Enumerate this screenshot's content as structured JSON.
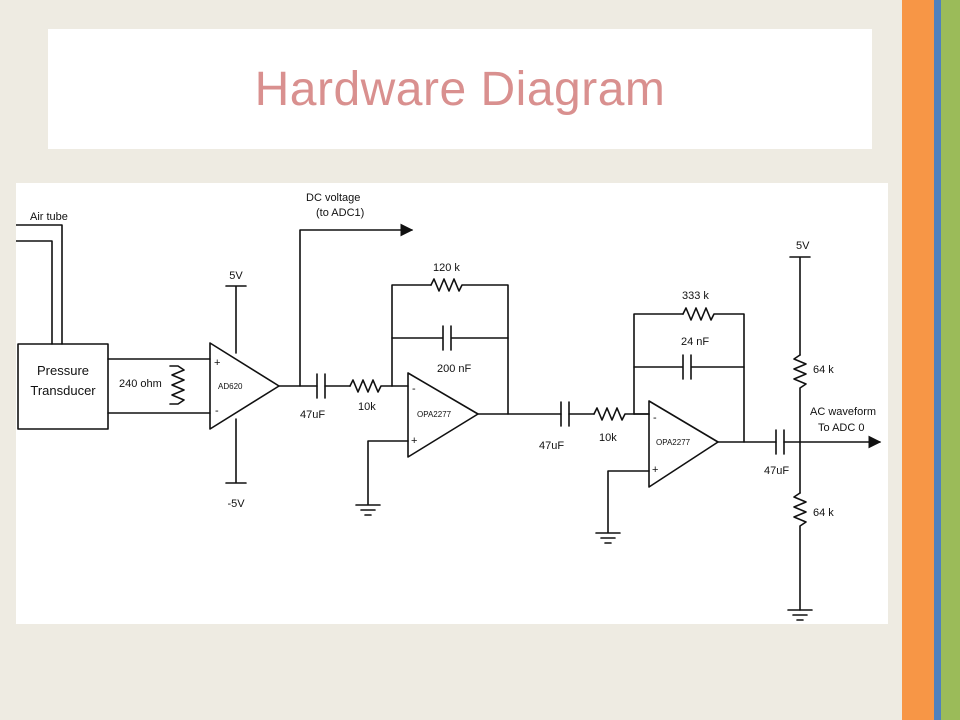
{
  "slide": {
    "title": "Hardware Diagram",
    "colors": {
      "title": "#d9908f",
      "background": "#eeebe2",
      "accent_orange": "#f79646",
      "accent_blue": "#4f81bd",
      "accent_green": "#9bbb59"
    }
  },
  "diagram": {
    "labels": {
      "air_tube": "Air tube",
      "dc_voltage_line1": "DC voltage",
      "dc_voltage_line2": "(to ADC1)",
      "transducer_line1": "Pressure",
      "transducer_line2": "Transducer",
      "r_gain": "240 ohm",
      "inamp": "AD620",
      "inamp_supply_pos": "5V",
      "inamp_supply_neg": "-5V",
      "c1": "47uF",
      "r1": "10k",
      "rf1": "120 k",
      "cf1": "200 nF",
      "opamp1": "OPA2277",
      "c2": "47uF",
      "r2": "10k",
      "rf2": "333 k",
      "cf2": "24 nF",
      "opamp2": "OPA2277",
      "c3": "47uF",
      "supply_5v": "5V",
      "r_top": "64 k",
      "r_bottom": "64 k",
      "output_line1": "AC waveform",
      "output_line2": "To ADC 0",
      "plus": "+",
      "minus": "-"
    }
  }
}
